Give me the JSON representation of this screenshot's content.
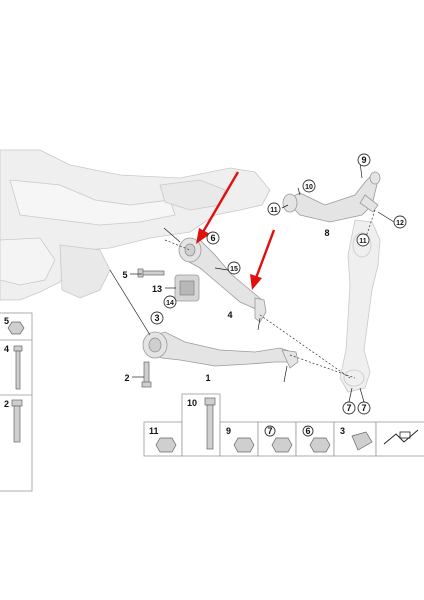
{
  "colors": {
    "arrow": "#e01010",
    "frame": "#efefef",
    "part": "#e4e4e4",
    "outline": "#9a9a9a"
  },
  "labels": {
    "l1": "1",
    "l2": "2",
    "l3": "3",
    "l4": "4",
    "l5": "5",
    "l6": "6",
    "l7a": "7",
    "l7b": "7",
    "l8": "8",
    "l9": "9",
    "l10": "10",
    "l11a": "11",
    "l11b": "11",
    "l12": "12",
    "l13": "13",
    "l14": "14",
    "l15": "15"
  },
  "legend": {
    "left": [
      "5",
      "4",
      "2"
    ],
    "bottom": [
      "11",
      "10",
      "9",
      "7",
      "6",
      "3"
    ]
  }
}
